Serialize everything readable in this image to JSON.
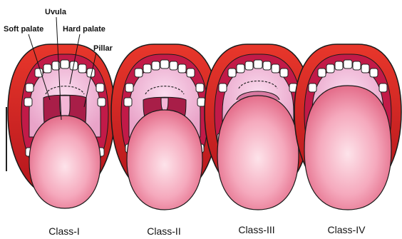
{
  "labels": {
    "uvula": "Uvula",
    "soft_palate": "Soft palate",
    "hard_palate": "Hard palate",
    "pillar": "Pillar"
  },
  "classes": [
    {
      "label": "Class-I"
    },
    {
      "label": "Class-II"
    },
    {
      "label": "Class-III"
    },
    {
      "label": "Class-IV"
    }
  ],
  "colors": {
    "lip": "#e02a1f",
    "lip_dark": "#b3141c",
    "gum": "#c9184a",
    "palate": "#f3b6d6",
    "throat": "#b02a55",
    "tongue": "#f08ca6",
    "tongue_light": "#fbd3de",
    "outline": "#1a1a1a"
  }
}
